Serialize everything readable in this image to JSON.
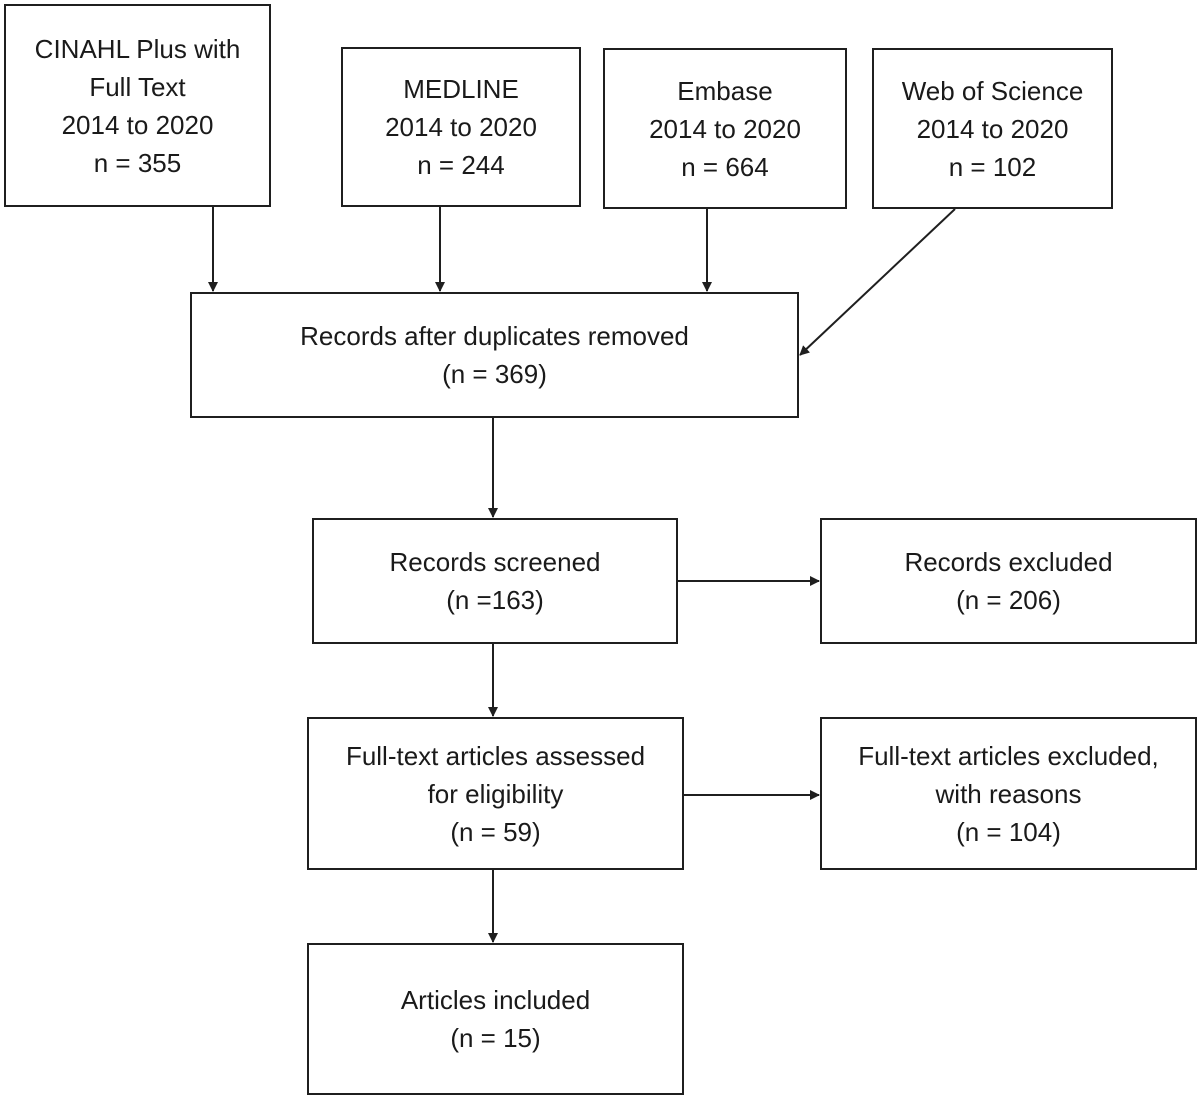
{
  "sources": [
    {
      "lines": [
        "CINAHL Plus with",
        "Full Text",
        "2014 to 2020",
        "n = 355"
      ]
    },
    {
      "lines": [
        "MEDLINE",
        "2014 to 2020",
        "n = 244"
      ]
    },
    {
      "lines": [
        "Embase",
        "2014 to 2020",
        "n = 664"
      ]
    },
    {
      "lines": [
        "Web of Science",
        "2014 to 2020",
        "n = 102"
      ]
    }
  ],
  "deduplicated": {
    "lines": [
      "Records after duplicates removed",
      "(n = 369)"
    ]
  },
  "screened": {
    "lines": [
      "Records screened",
      "(n =163)"
    ]
  },
  "screened_excluded": {
    "lines": [
      "Records excluded",
      "(n = 206)"
    ]
  },
  "eligibility": {
    "lines": [
      "Full-text articles assessed",
      "for eligibility",
      "(n = 59)"
    ]
  },
  "eligibility_excluded": {
    "lines": [
      "Full-text articles excluded,",
      "with reasons",
      "(n = 104)"
    ]
  },
  "included": {
    "lines": [
      "Articles included",
      "(n = 15)"
    ]
  }
}
